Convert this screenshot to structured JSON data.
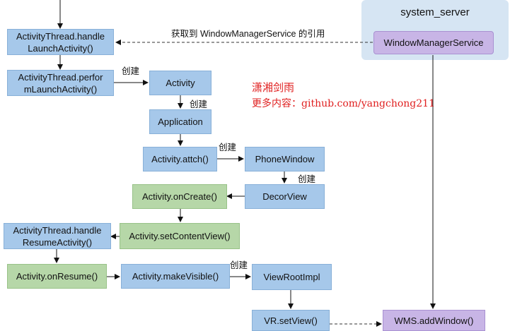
{
  "server": {
    "title": "system_server"
  },
  "nodes": {
    "handle_launch": "ActivityThread.handle LaunchActivity()",
    "perform_launch": "ActivityThread.perfor mLaunchActivity()",
    "activity": "Activity",
    "application": "Application",
    "attach": "Activity.attch()",
    "phone_window": "PhoneWindow",
    "decor_view": "DecorView",
    "on_create": "Activity.onCreate()",
    "set_content_view": "Activity.setContentView()",
    "handle_resume": "ActivityThread.handle ResumeActivity()",
    "on_resume": "Activity.onResume()",
    "make_visible": "Activity.makeVisible()",
    "view_root_impl": "ViewRootImpl",
    "vr_set_view": "VR.setView()",
    "wms": "WindowManagerService",
    "wms_add_window": "WMS.addWindow()"
  },
  "edge_labels": {
    "get_wms_ref": "获取到 WindowManagerService 的引用",
    "create_1": "创建",
    "create_2": "创建",
    "create_3": "创建",
    "create_4": "创建",
    "create_5": "创建"
  },
  "watermark": {
    "line1": "潇湘剑雨",
    "line2": "更多内容：github.com/yangchong211"
  },
  "colors": {
    "blue": "#a6c8ea",
    "green": "#b6d7a8",
    "purple": "#c8b5e6",
    "server_bg": "#d6e5f3",
    "watermark": "#e02020"
  }
}
